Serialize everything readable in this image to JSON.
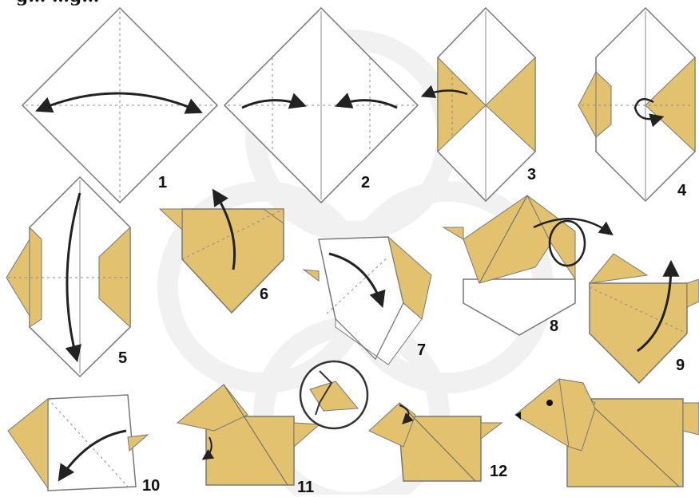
{
  "title": "g…  …g…",
  "steps": [
    {
      "number": "1"
    },
    {
      "number": "2"
    },
    {
      "number": "3"
    },
    {
      "number": "4"
    },
    {
      "number": "5"
    },
    {
      "number": "6"
    },
    {
      "number": "7"
    },
    {
      "number": "8"
    },
    {
      "number": "9"
    },
    {
      "number": "10"
    },
    {
      "number": "11"
    },
    {
      "number": "12"
    }
  ],
  "colors": {
    "paper_back": "#e3c26f",
    "paper_front": "#ffffff",
    "line": "#555555",
    "arrow": "#222222",
    "watermark": "#f1f1f1"
  }
}
